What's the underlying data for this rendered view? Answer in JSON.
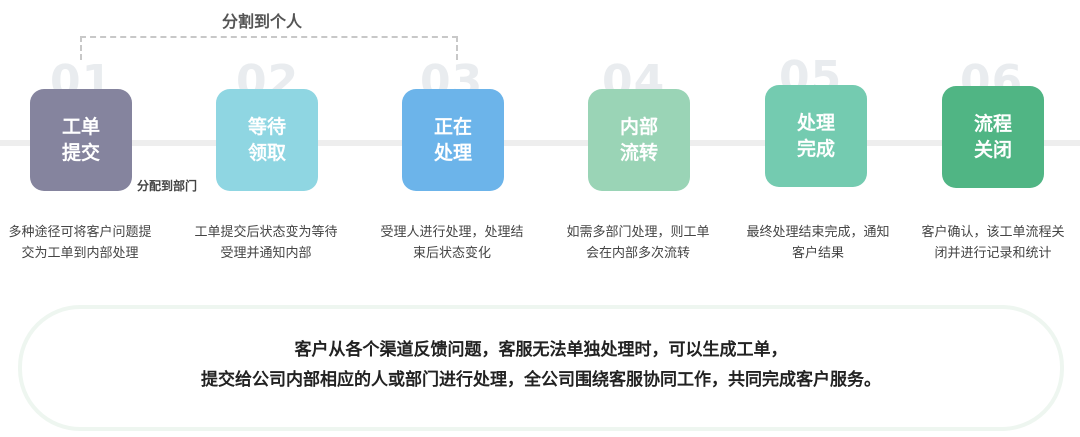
{
  "labels": {
    "assign_person": "分割到个人",
    "assign_dept": "分配到部门"
  },
  "steps": [
    {
      "num": "01",
      "title": "工单提交",
      "color": "#85849e",
      "desc": "多种途径可将客户问题提交为工单到内部处理"
    },
    {
      "num": "02",
      "title": "等待领取",
      "color": "#8fd6e2",
      "desc": "工单提交后状态变为等待受理并通知内部"
    },
    {
      "num": "03",
      "title": "正在处理",
      "color": "#6cb4ea",
      "desc": "受理人进行处理，处理结束后状态变化"
    },
    {
      "num": "04",
      "title": "内部流转",
      "color": "#9ad4b6",
      "desc": "如需多部门处理，则工单会在内部多次流转"
    },
    {
      "num": "05",
      "title": "处理完成",
      "color": "#74cbb0",
      "desc": "最终处理结束完成，通知客户结果"
    },
    {
      "num": "06",
      "title": "流程关闭",
      "color": "#50b584",
      "desc": "客户确认，该工单流程关闭并进行记录和统计"
    }
  ],
  "summary": {
    "line1": "客户从各个渠道反馈问题，客服无法单独处理时，可以生成工单，",
    "line2": "提交给公司内部相应的人或部门进行处理，全公司围绕客服协同工作，共同完成客户服务。"
  }
}
